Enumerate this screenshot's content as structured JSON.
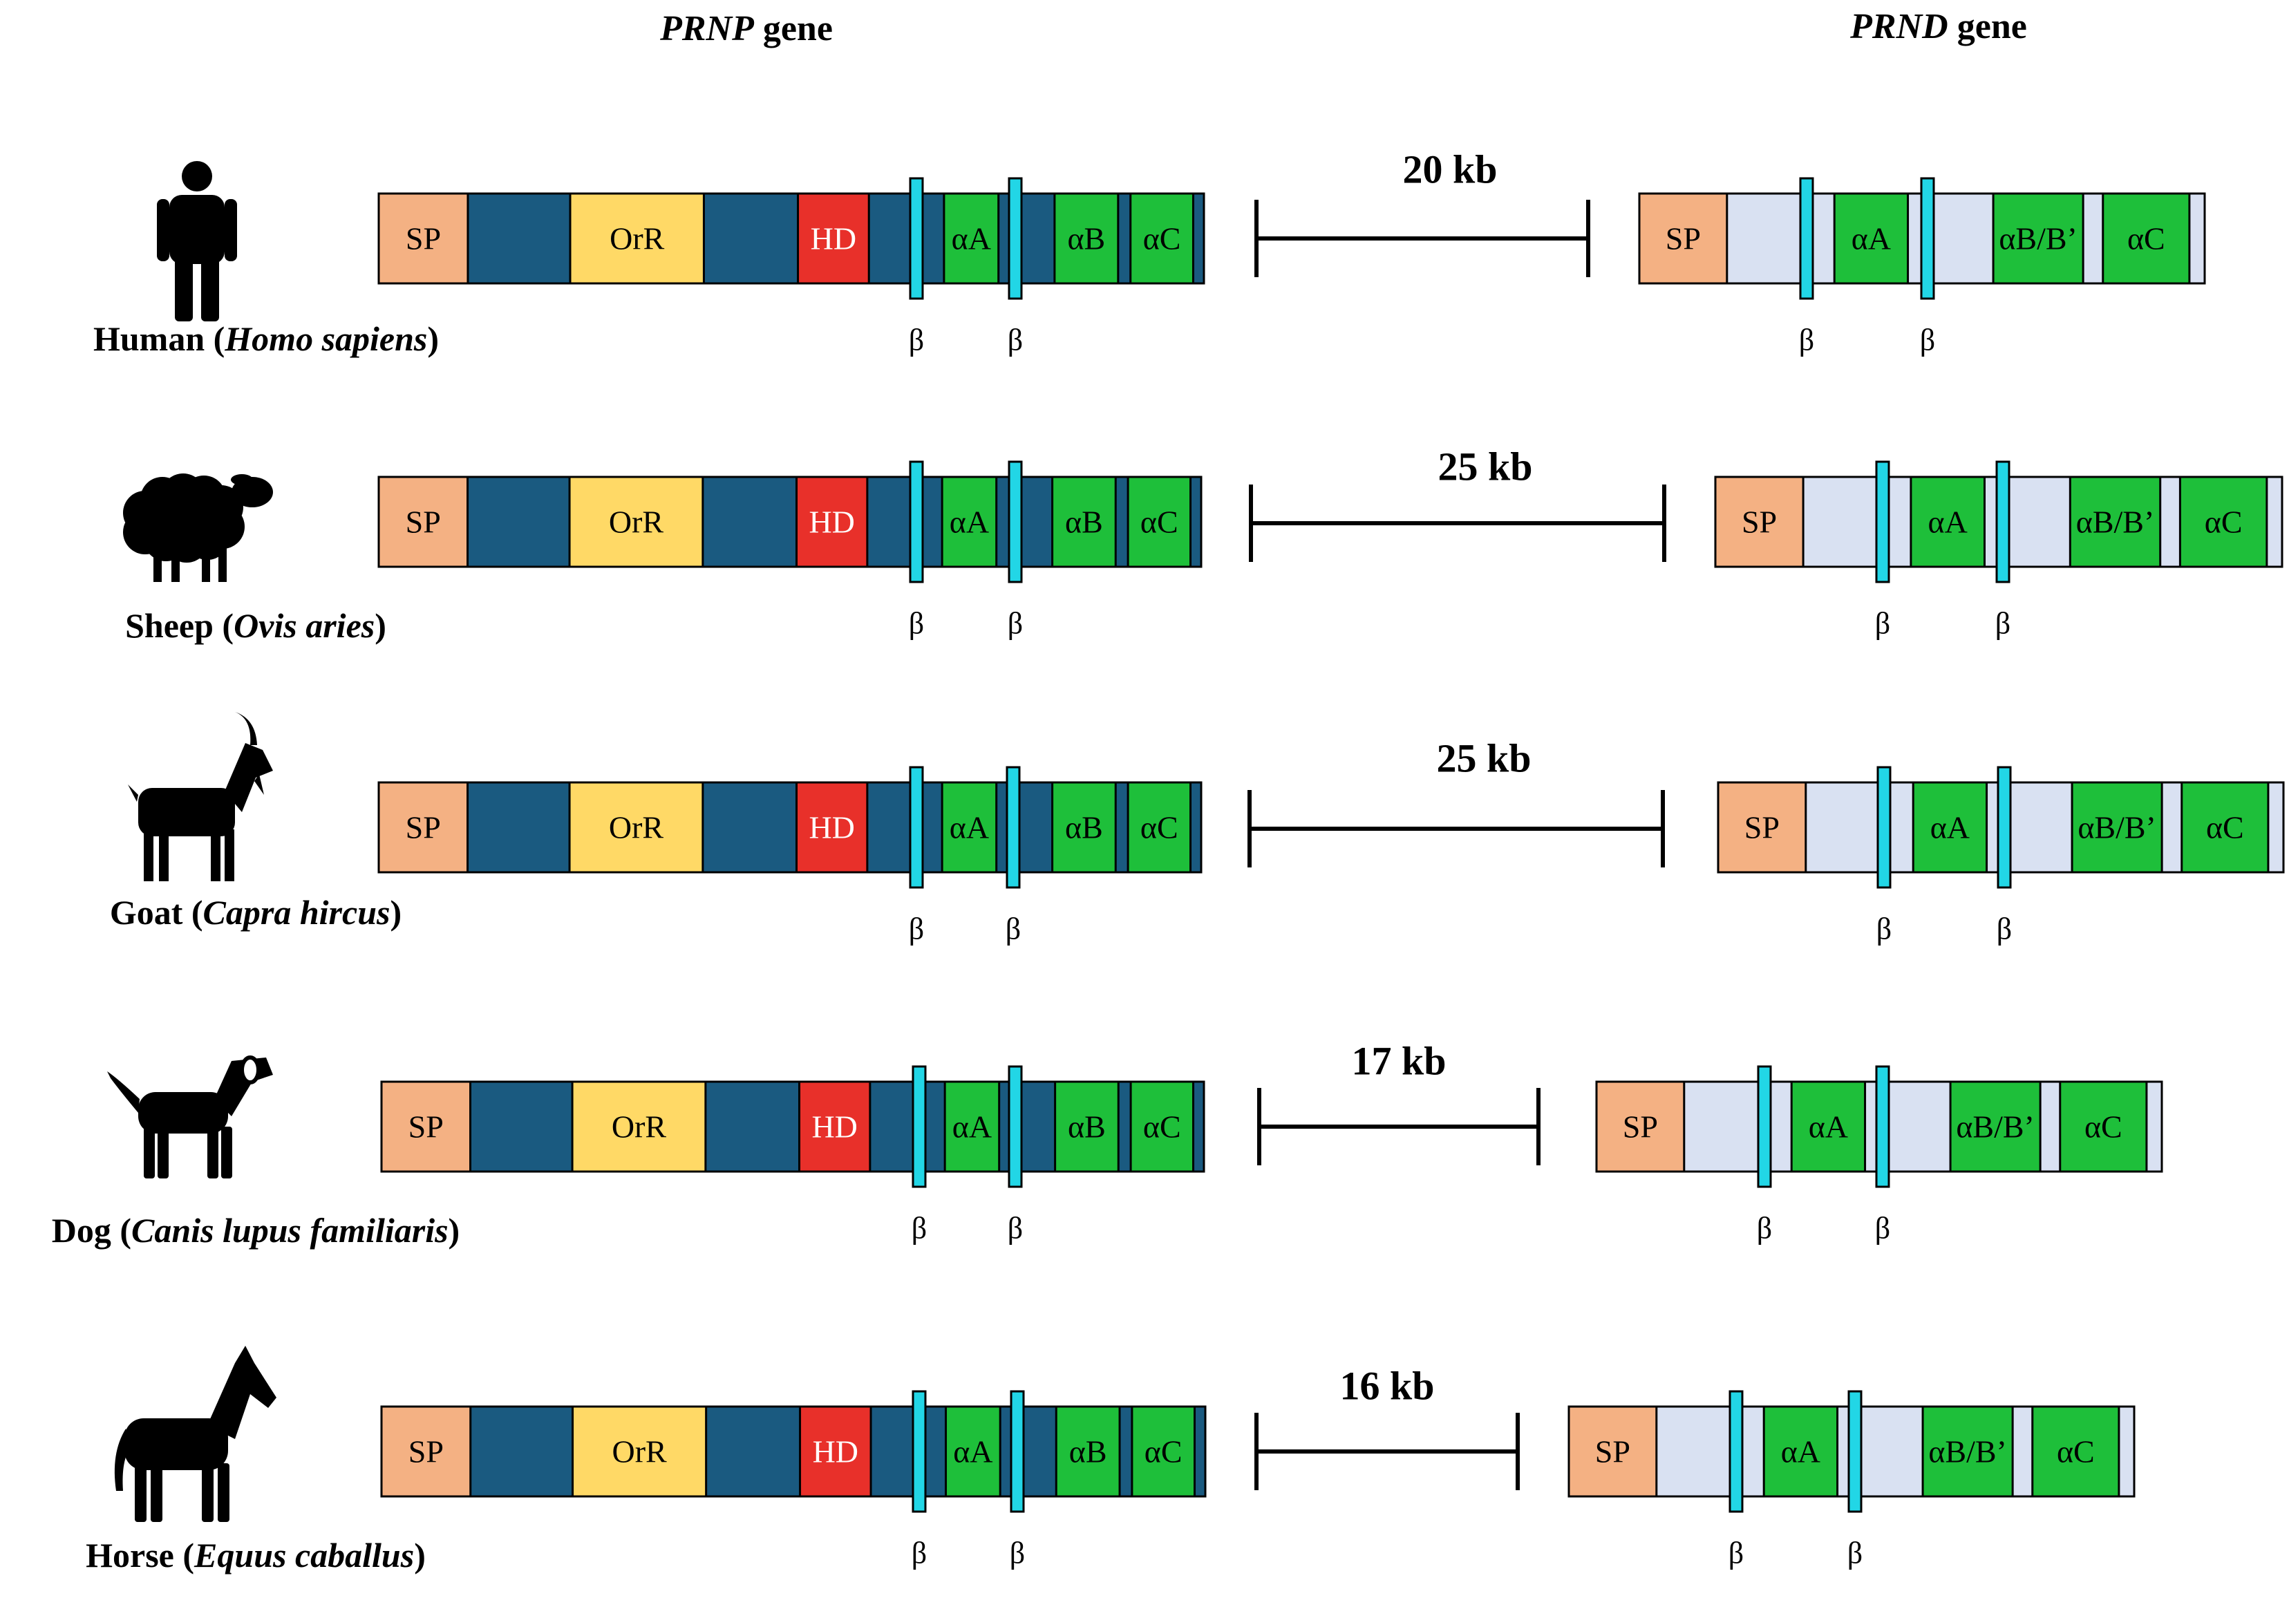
{
  "headers": {
    "prnp": {
      "italic": "PRNP",
      "normal": " gene"
    },
    "prnd": {
      "italic": "PRND",
      "normal": " gene"
    }
  },
  "labels": {
    "sp": "SP",
    "orr": "OrR",
    "hd": "HD",
    "alpha_a": "αA",
    "alpha_b": "αB",
    "alpha_c": "αC",
    "alpha_bb": "αB/B’",
    "beta": "β"
  },
  "colors": {
    "sp": "#f4b183",
    "prnp_body": "#1a5a80",
    "orr": "#ffd966",
    "hd": "#e8302a",
    "helix": "#1ebf3a",
    "beta": "#22d6e6",
    "prnd_body": "#d9e1f2",
    "outline": "#000000",
    "hd_text": "#ffffff"
  },
  "species": [
    {
      "common": "Human",
      "latin": "Homo sapiens",
      "distance": "20 kb",
      "icon": "human-icon"
    },
    {
      "common": "Sheep",
      "latin": "Ovis aries",
      "distance": "25 kb",
      "icon": "sheep-icon"
    },
    {
      "common": "Goat",
      "latin": "Capra hircus",
      "distance": "25 kb",
      "icon": "goat-icon"
    },
    {
      "common": "Dog",
      "latin": "Canis lupus familiaris",
      "distance": "17 kb",
      "icon": "dog-icon"
    },
    {
      "common": "Horse",
      "latin": "Equus caballus",
      "distance": "16 kb",
      "icon": "horse-icon"
    }
  ]
}
